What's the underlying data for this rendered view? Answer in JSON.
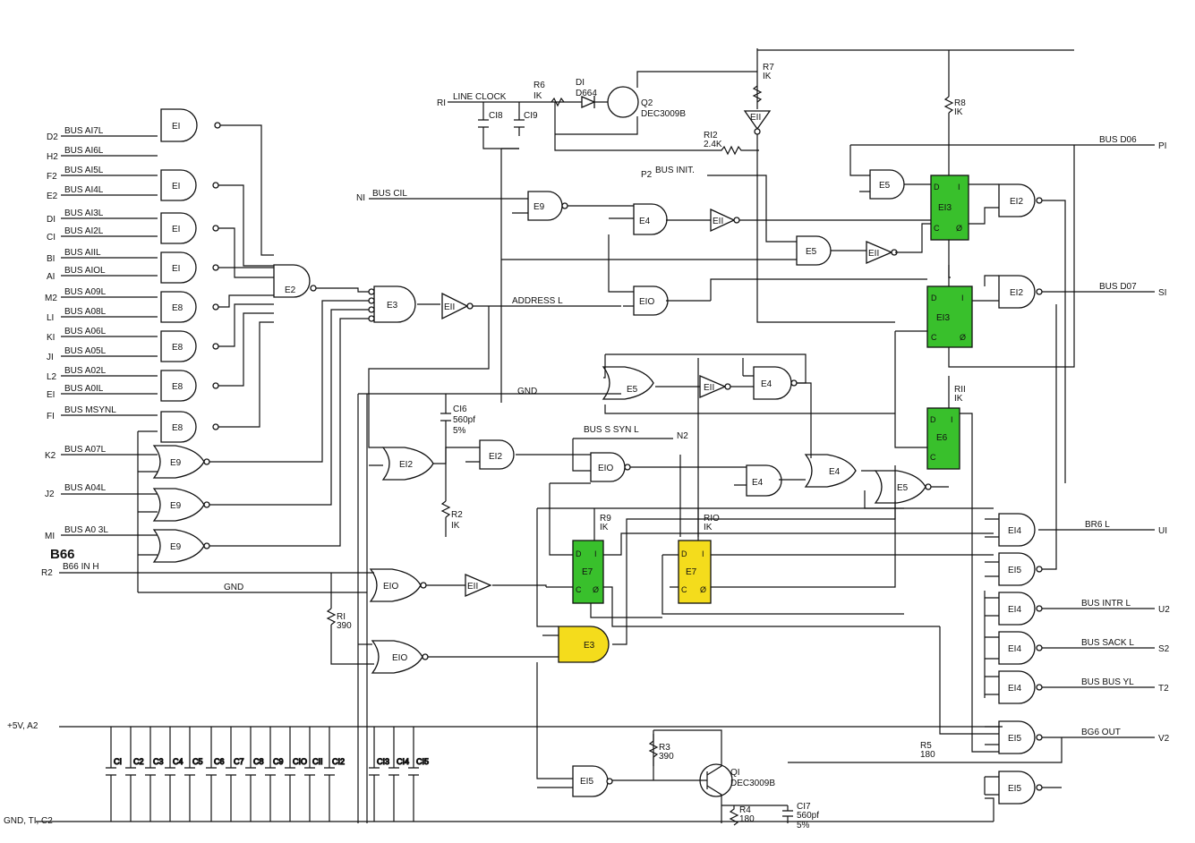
{
  "signals_left": [
    {
      "pin": "D2",
      "name": "BUS AI7L"
    },
    {
      "pin": "H2",
      "name": "BUS AI6L"
    },
    {
      "pin": "F2",
      "name": "BUS AI5L"
    },
    {
      "pin": "E2",
      "name": "BUS AI4L"
    },
    {
      "pin": "DI",
      "name": "BUS AI3L"
    },
    {
      "pin": "CI",
      "name": "BUS AI2L"
    },
    {
      "pin": "BI",
      "name": "BUS AIIL"
    },
    {
      "pin": "AI",
      "name": "BUS AIOL"
    },
    {
      "pin": "M2",
      "name": "BUS A09L"
    },
    {
      "pin": "LI",
      "name": "BUS A08L"
    },
    {
      "pin": "KI",
      "name": "BUS A06L"
    },
    {
      "pin": "JI",
      "name": "BUS A05L"
    },
    {
      "pin": "L2",
      "name": "BUS A02L"
    },
    {
      "pin": "EI",
      "name": "BUS A0IL"
    },
    {
      "pin": "FI",
      "name": "BUS MSYNL"
    },
    {
      "pin": "K2",
      "name": "BUS A07L"
    },
    {
      "pin": "J2",
      "name": "BUS A04L"
    },
    {
      "pin": "MI",
      "name": "BUS A0 3L"
    }
  ],
  "signals_right": [
    {
      "name": "BUS D06",
      "pin": "PI"
    },
    {
      "name": "BUS D07",
      "pin": "SI"
    },
    {
      "name": "BR6 L",
      "pin": "UI"
    },
    {
      "name": "BUS INTR L",
      "pin": "U2"
    },
    {
      "name": "BUS SACK L",
      "pin": "S2"
    },
    {
      "name": "BUS BUS YL",
      "pin": "T2"
    },
    {
      "name": "BG6 OUT",
      "pin": "V2"
    }
  ],
  "labels": {
    "b66": "B66",
    "b66_in": "B66 IN H",
    "r2": "R2",
    "gnd": "GND",
    "address_l": "ADDRESS L",
    "bus_cil": "BUS CIL",
    "ni": "NI",
    "bus_init": "BUS INIT.",
    "p2": "P2",
    "line_clock": "LINE CLOCK",
    "ri": "RI",
    "bus_s_syn": "BUS S SYN L",
    "n2": "N2",
    "power": "+5V, A2",
    "ground": "GND, TI, C2"
  },
  "components": {
    "r1": [
      "RI",
      "390"
    ],
    "r2": [
      "R2",
      "IK"
    ],
    "r3": [
      "R3",
      "390"
    ],
    "r4": [
      "R4",
      "180"
    ],
    "r5": [
      "R5",
      "180"
    ],
    "r6": [
      "R6",
      "IK"
    ],
    "r7": [
      "R7",
      "IK"
    ],
    "r8": [
      "R8",
      "IK"
    ],
    "r9": [
      "R9",
      "IK"
    ],
    "r10": [
      "RIO",
      "IK"
    ],
    "r11": [
      "RII",
      "IK"
    ],
    "r12": [
      "RI2",
      "2.4K"
    ],
    "c16": [
      "CI6",
      "560pf",
      "5%"
    ],
    "c17": [
      "CI7",
      "560pf",
      "5%"
    ],
    "c18": "CI8",
    "c19": "CI9",
    "d1": [
      "DI",
      "D664"
    ],
    "q1": [
      "QI",
      "DEC3009B"
    ],
    "q2": [
      "Q2",
      "DEC3009B"
    ]
  },
  "capacitors": [
    "CI",
    "C2",
    "C3",
    "C4",
    "C5",
    "C6",
    "C7",
    "C8",
    "C9",
    "CIO",
    "CII",
    "CI2",
    "CI3",
    "CI4",
    "CI5"
  ],
  "gates": [
    "EI",
    "E2",
    "E3",
    "E4",
    "E5",
    "E6",
    "E7",
    "E8",
    "E9",
    "EIO",
    "EII",
    "EI2",
    "EI3",
    "EI4",
    "EI5"
  ],
  "ff_pins": {
    "d": "D",
    "c": "C",
    "q": "I",
    "qn": "Ø"
  },
  "highlight_colors": {
    "green": "#39c02c",
    "yellow": "#f4dc1c"
  }
}
